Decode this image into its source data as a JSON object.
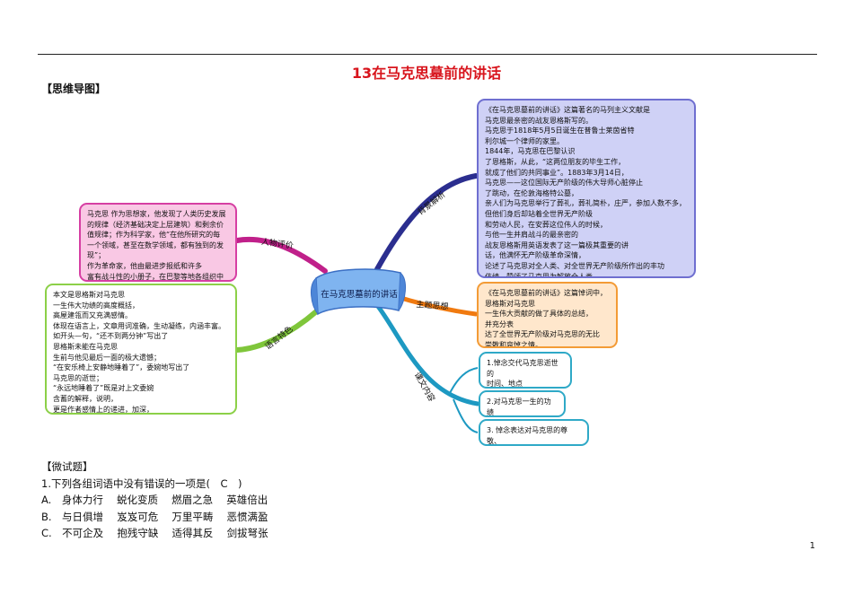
{
  "document": {
    "title": "13在马克思墓前的讲话",
    "section_mindmap": "【思维导图】",
    "page_number": "1"
  },
  "mindmap": {
    "center_label": "在马克思墓前的讲话",
    "branches": {
      "person_eval": "人物评价",
      "language": "语言特色",
      "background": "背景解析",
      "theme": "主题思想",
      "structure": "课文内容"
    },
    "person_eval_text": "马克思 作为思想家，他发现了人类历史发展\n的规律（经济基础决定上层建筑）和剩余价\n值规律；作为科学家，他“在他所研究的每\n一个领域，甚至在数学领域，都有独到的发现”；\n作为革命家，他由最进步报纸和许多\n富有战斗性的小册子，在巴黎等地各组织中\n的工作，创立了伟大的国际工人协会。",
    "language_text": "本文是恩格斯对马克思\n一生伟大功绩的高度概括，\n高屋建瓴而又充满感情。\n体现在语言上，文章用词准确，生动凝练，内涵丰富。\n如开头—句，“还不到两分钟”写出了\n恩格斯未能在马克思\n生前与他见最后一面的极大遗憾；\n“在安乐椅上安静地睡着了”，委婉地写出了\n马克思的逝世；\n“永远地睡着了”既是对上文委婉\n含蓄的解释，说明，\n更是作者感情上的递进，加深，\n倾注了作者对马克思逝世的无限痛惜、深切怀念之情。",
    "background_text": "《在马克思墓前的讲话》这篇著名的马列主义文献是\n马克思最亲密的战友恩格斯写的。\n马克思于1818年5月5日诞生在普鲁士莱茵省特\n利尔城一个律师的家里。\n1844年，马克思在巴黎认识\n了恩格斯，从此，“这两位朋友的毕生工作，\n就成了他们的共同事业”。1883年3月14日，\n马克思——这位国际无产阶级的伟大导师心脏停止\n了跳动，在伦敦海格特公墓，\n亲人们为马克思举行了葬礼，葬礼简朴，庄严，参加人数不多，\n但他们身后却站着全世界无产阶级\n和劳动人民，在安葬这位伟人的时候，\n与他一生并肩战斗的最亲密的\n战友恩格斯用英语发表了这一篇极其重要的讲\n话，他满怀无产阶级革命深情，\n论述了马克思对全人类、对全世界无产阶级所作出的丰功\n伟绩，赞颂了马克思为解放全人类\n而奋斗终生的崇高精神，表达了对马克思逝世的沉痛悼念。",
    "theme_text": "《在马克思墓前的讲话》这篇悼词中，\n恩格斯对马克思\n一生伟大贡献的做了具体的总结，\n并充分表\n达了全世界无产阶级对马克思的无比\n崇敬和哀悼之情。",
    "structure_items": [
      "1.悼念交代马克思逝世的\n时间、地点\n以及逝世当时的情景。",
      "2.对马克思一生的功绩\n作简要评价。",
      "3. 悼念表达对马克思的尊敬、\n爱戴和悼念之情"
    ]
  },
  "quiz": {
    "section": "【微试题】",
    "question": "1.下列各组词语中没有错误的一项是(　C　)",
    "options": [
      "A.　身体力行　 蜕化变质　 燃眉之急　 英雄倍出",
      "B.　与日俱增　 岌岌可危　 万里平畴　 恶惯满盈",
      "C.　不可企及　 抱残守缺　 适得其反　 剑拔弩张"
    ]
  }
}
